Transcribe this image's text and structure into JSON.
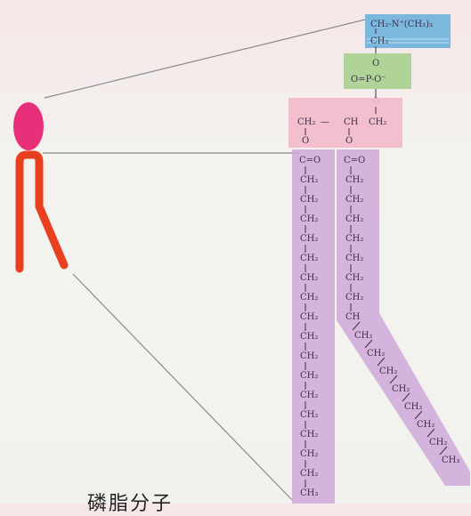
{
  "diagram": {
    "caption": "磷脂分子",
    "colors": {
      "head": "#e8307a",
      "tail": "#e8401e",
      "choline_box": "#6fb3dc",
      "phosphate_box": "#a9d08e",
      "glycerol_box": "#f1b9c9",
      "chain_box": "#cfa9d8",
      "connector": "#8a8a8a"
    },
    "choline": {
      "line1": "CH₂-N⁺(CH₃)₃",
      "line2": "CH₂"
    },
    "phosphate": {
      "label": "O=P-O⁻",
      "link_top": "O",
      "link_bottom": "O"
    },
    "glycerol": {
      "left": "CH₂",
      "mid": "CH",
      "right": "CH₂",
      "bond": "—",
      "link_left": "O",
      "link_right": "O"
    },
    "ester": {
      "left": "C=O",
      "right": "C=O"
    },
    "chain_unit": "CH₂",
    "chain_branch_unit": "CH",
    "chain_end": "CH₃"
  }
}
